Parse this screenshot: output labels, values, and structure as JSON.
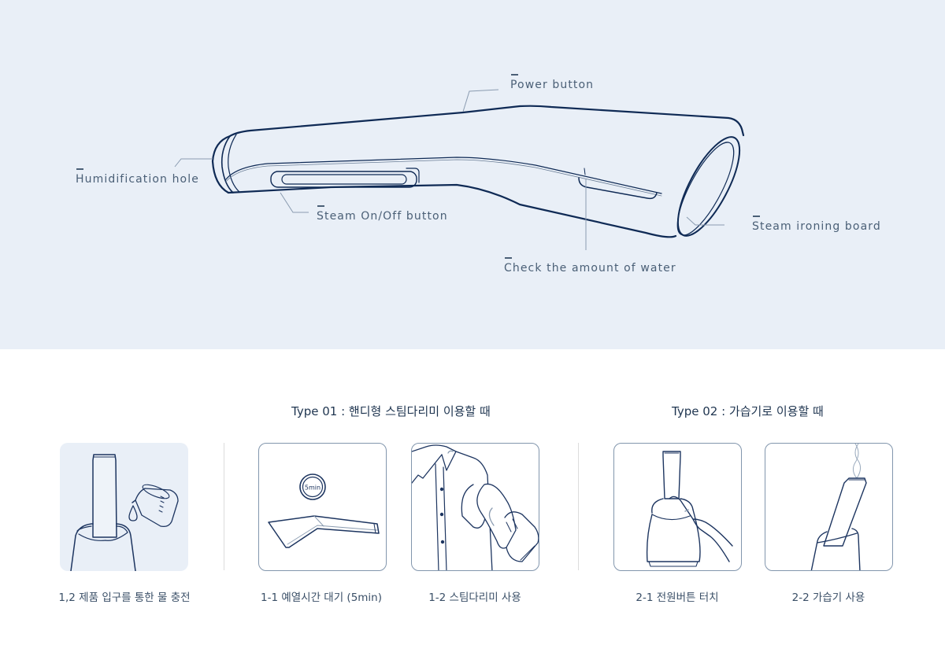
{
  "hero": {
    "background": "#e9eff7",
    "line_color": "#0f2a55",
    "callouts": [
      {
        "id": "power",
        "label": "Power button"
      },
      {
        "id": "humid",
        "label": "Humidification hole"
      },
      {
        "id": "steam_btn",
        "label": "Steam On/Off button"
      },
      {
        "id": "board",
        "label": "Steam ironing board"
      },
      {
        "id": "water",
        "label": "Check the amount of water"
      }
    ]
  },
  "sections": [
    {
      "title": "Type 01 : 핸디형 스팀다리미 이용할 때"
    },
    {
      "title": "Type 02 : 가습기로 이용할 때"
    }
  ],
  "steps": [
    {
      "caption": "1,2  제품 입구를 통한 물 충전",
      "icon": "water-refill-illustration"
    },
    {
      "caption": "1-1  예열시간 대기 (5min)",
      "icon": "preheat-timer-illustration",
      "timer_label": "5min"
    },
    {
      "caption": "1-2  스팀다리미 사용",
      "icon": "steam-iron-shirt-illustration"
    },
    {
      "caption": "2-1  전원버튼 터치",
      "icon": "power-touch-illustration"
    },
    {
      "caption": "2-2  가습기 사용",
      "icon": "humidifier-use-illustration"
    }
  ]
}
